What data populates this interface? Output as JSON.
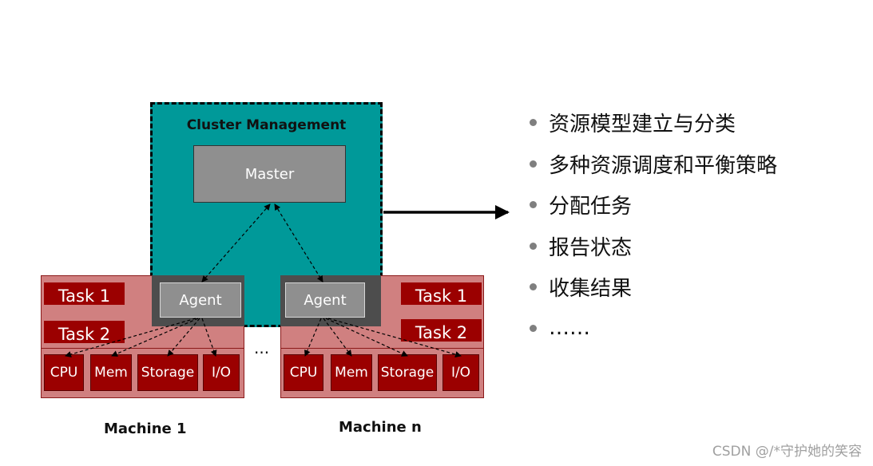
{
  "cluster": {
    "title": "Cluster Management",
    "master_label": "Master"
  },
  "machines": [
    {
      "name": "Machine 1",
      "tasks": [
        "Task 1",
        "Task 2"
      ],
      "agent": "Agent",
      "resources": [
        "CPU",
        "Mem",
        "Storage",
        "I/O"
      ]
    },
    {
      "name": "Machine n",
      "tasks": [
        "Task 1",
        "Task 2"
      ],
      "agent": "Agent",
      "resources": [
        "CPU",
        "Mem",
        "Storage",
        "I/O"
      ]
    }
  ],
  "ellipsis": "...",
  "bullets": [
    "资源模型建立与分类",
    "多种资源调度和平衡策略",
    "分配任务",
    "报告状态",
    "收集结果",
    "……"
  ],
  "watermark": "CSDN @/*守护她的笑容",
  "colors": {
    "cluster_bg": "#009999",
    "machine_bg": "#d08080",
    "task_bg": "#9b0000",
    "master_bg": "#8f8f8f",
    "agent_frame": "#4d4d4d"
  }
}
